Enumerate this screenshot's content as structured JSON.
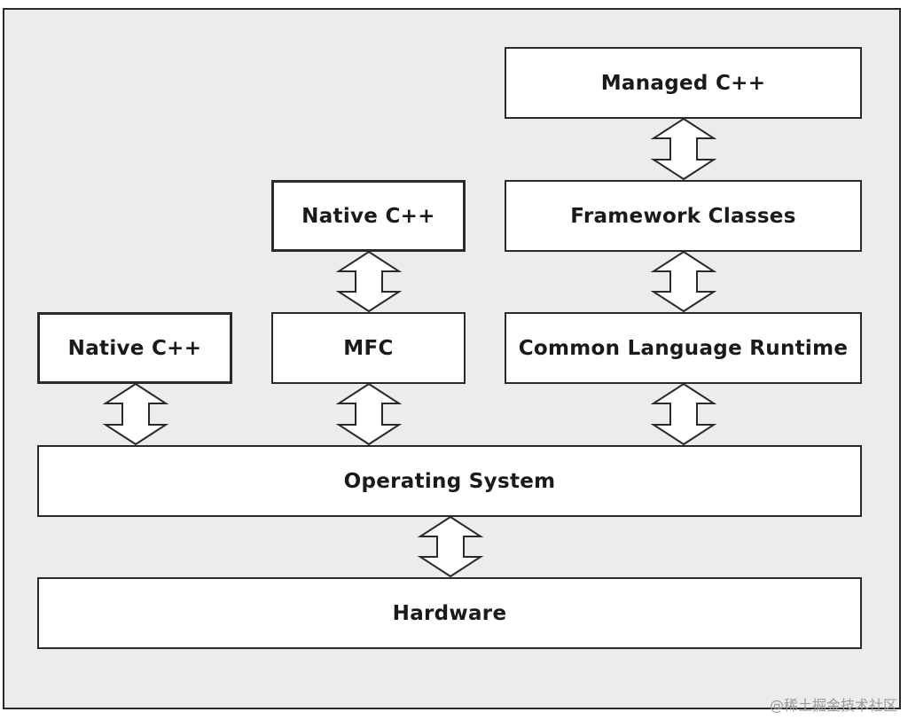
{
  "boxes": {
    "managed_cpp": "Managed C++",
    "framework_classes": "Framework Classes",
    "common_language_runtime": "Common Language Runtime",
    "native_cpp_mfc": "Native C++",
    "mfc": "MFC",
    "native_cpp": "Native C++",
    "operating_system": "Operating System",
    "hardware": "Hardware"
  },
  "watermark": "@稀土掘金技术社区",
  "colors": {
    "background": "#ececec",
    "box_fill": "#ffffff",
    "stroke": "#2a2a2a"
  }
}
